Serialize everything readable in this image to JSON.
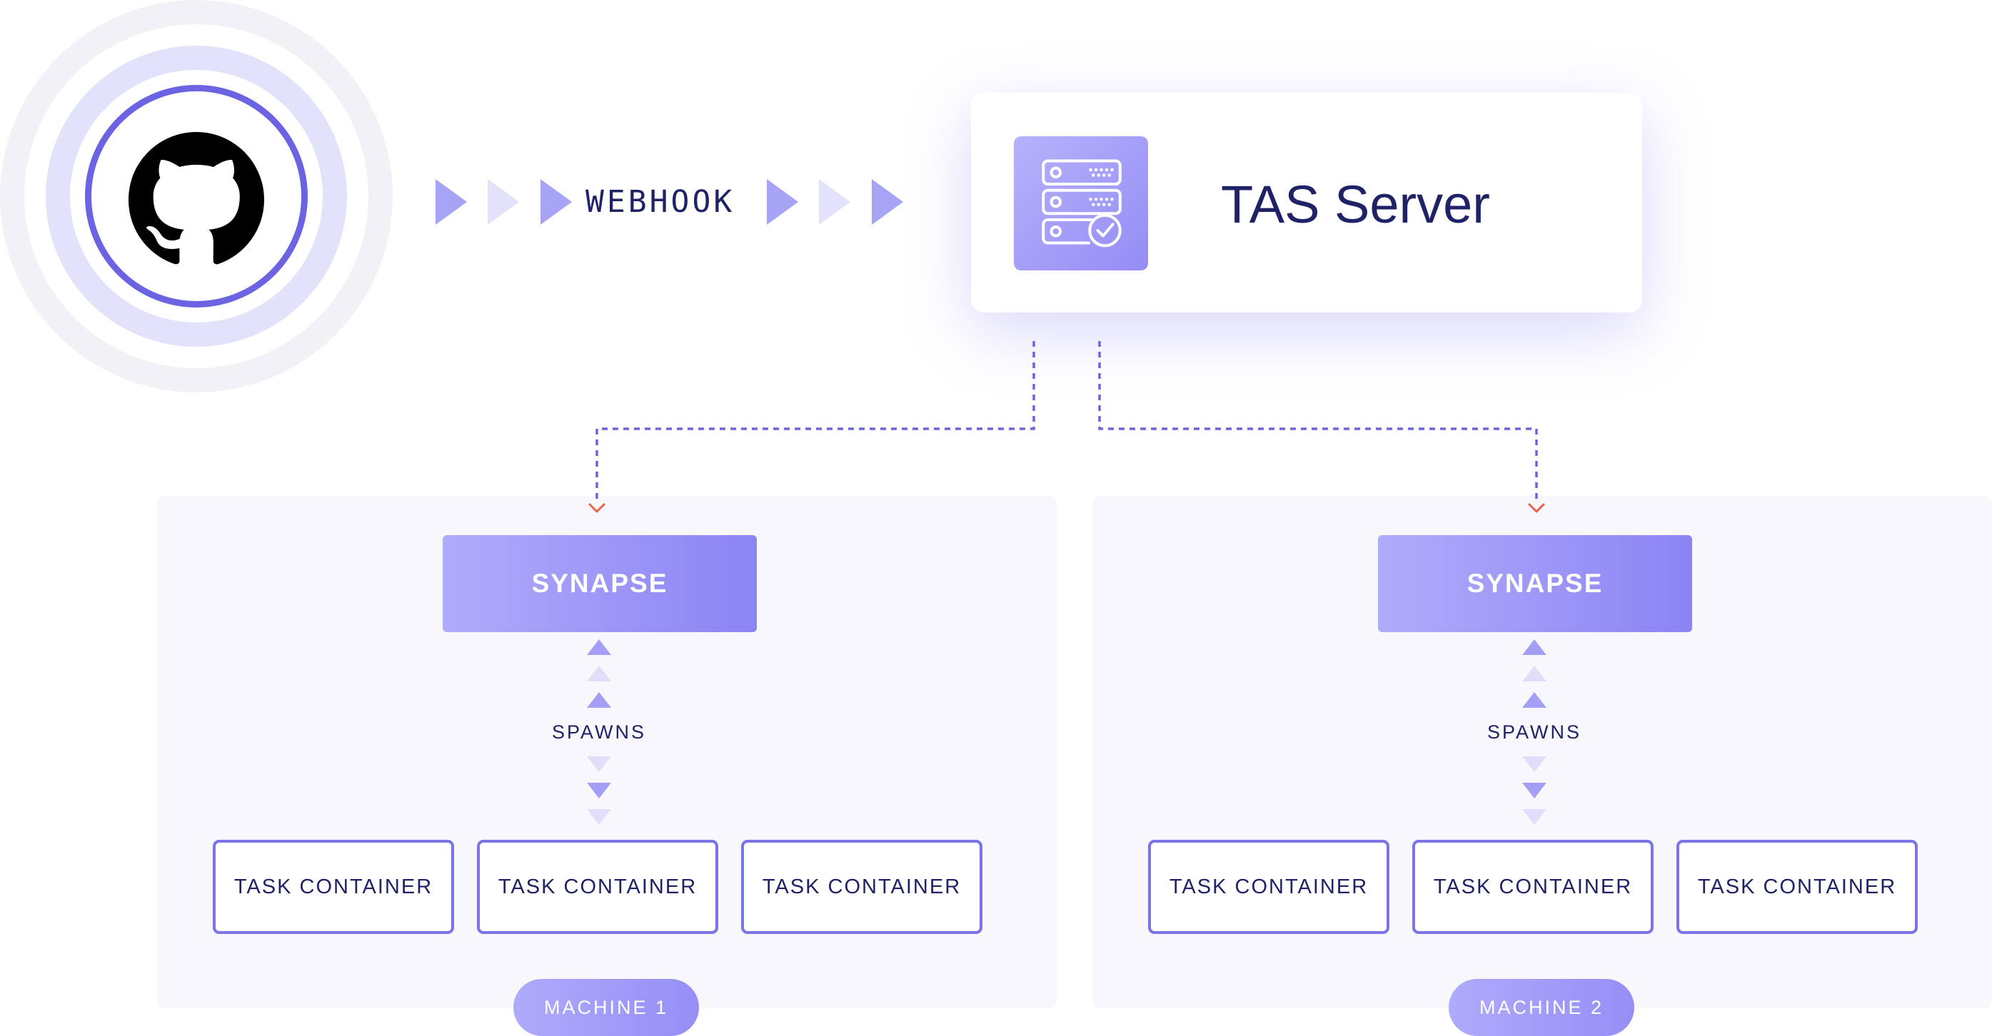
{
  "source": {
    "icon": "github-icon"
  },
  "webhook": {
    "label": "WEBHOOK"
  },
  "server": {
    "title": "TAS Server",
    "icon": "server-check-icon"
  },
  "machines": [
    {
      "name": "MACHINE 1",
      "synapse_label": "SYNAPSE",
      "spawns_label": "SPAWNS",
      "tasks": [
        "TASK CONTAINER",
        "TASK CONTAINER",
        "TASK CONTAINER"
      ]
    },
    {
      "name": "MACHINE 2",
      "synapse_label": "SYNAPSE",
      "spawns_label": "SPAWNS",
      "tasks": [
        "TASK CONTAINER",
        "TASK CONTAINER",
        "TASK CONTAINER"
      ]
    }
  ],
  "colors": {
    "accent": "#6b63e2",
    "text": "#1f2266",
    "connector": "#6b63e2",
    "arrowhead": "#e8634f"
  }
}
